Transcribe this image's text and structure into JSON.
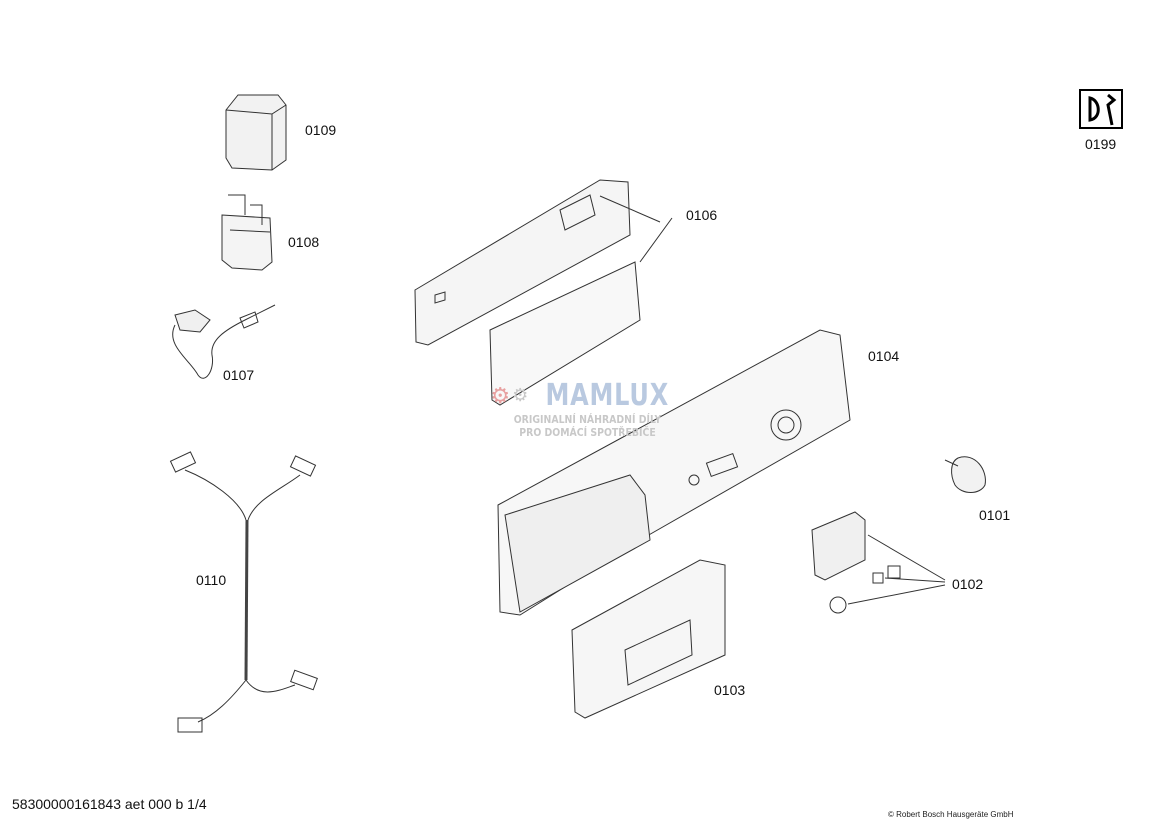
{
  "diagram": {
    "parts": [
      {
        "id": "0109",
        "label": "0109"
      },
      {
        "id": "0108",
        "label": "0108"
      },
      {
        "id": "0107",
        "label": "0107"
      },
      {
        "id": "0110",
        "label": "0110"
      },
      {
        "id": "0106",
        "label": "0106"
      },
      {
        "id": "0104",
        "label": "0104"
      },
      {
        "id": "0101",
        "label": "0101"
      },
      {
        "id": "0102",
        "label": "0102"
      },
      {
        "id": "0103",
        "label": "0103"
      },
      {
        "id": "0199",
        "label": "0199"
      }
    ]
  },
  "watermark": {
    "title": "MAMLUX",
    "line1": "ORIGINALNÍ NÁHRADNÍ DÍLY",
    "line2": "PRO DOMÁCÍ SPOTŘEBIČE",
    "gear_colors": [
      "#e8a0a0",
      "#c8c8c8"
    ]
  },
  "footer": {
    "doc_id": "58300000161843 aet 000 b 1/4",
    "copyright": "© Robert Bosch Hausgeräte GmbH"
  }
}
